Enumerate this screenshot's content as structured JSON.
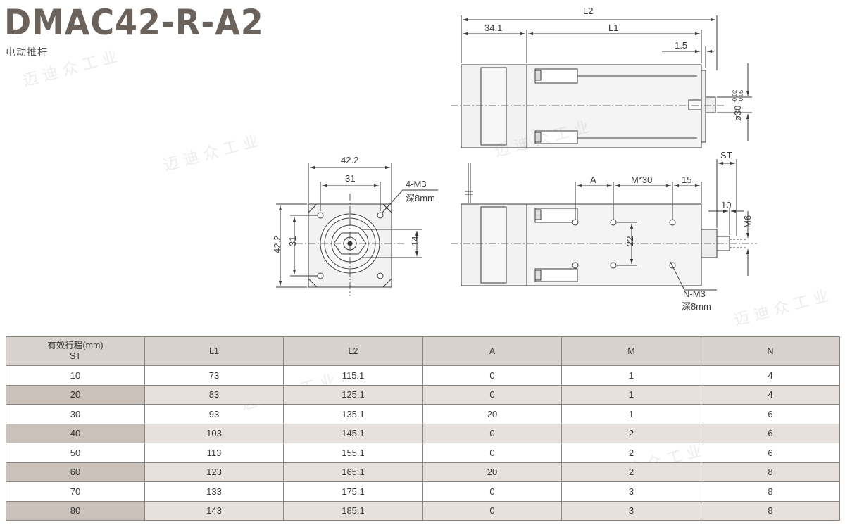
{
  "header": {
    "title": "DMAC42-R-A2",
    "subtitle": "电动推杆"
  },
  "dimensions": {
    "front": {
      "width_outer": "42.2",
      "width_inner": "31",
      "height_outer": "42.2",
      "height_inner": "31",
      "shaft": "14",
      "hole_spec": "4-M3",
      "hole_depth": "深8mm"
    },
    "top": {
      "L2": "L2",
      "motor": "34.1",
      "L1": "L1",
      "flange": "1.5",
      "shaft_dia": "ø30",
      "tol_upper": "-0.02",
      "tol_lower": "-0.05"
    },
    "side": {
      "ST": "ST",
      "A": "A",
      "M30": "M*30",
      "end": "15",
      "tip": "10",
      "thread": "M6",
      "spacing": "22",
      "hole_spec": "N-M3",
      "hole_depth": "深8mm"
    }
  },
  "table": {
    "headers": [
      "有效行程(mm)\nST",
      "L1",
      "L2",
      "A",
      "M",
      "N"
    ],
    "rows": [
      [
        "10",
        "73",
        "115.1",
        "0",
        "1",
        "4"
      ],
      [
        "20",
        "83",
        "125.1",
        "0",
        "1",
        "4"
      ],
      [
        "30",
        "93",
        "135.1",
        "20",
        "1",
        "6"
      ],
      [
        "40",
        "103",
        "145.1",
        "0",
        "2",
        "6"
      ],
      [
        "50",
        "113",
        "155.1",
        "0",
        "2",
        "6"
      ],
      [
        "60",
        "123",
        "165.1",
        "20",
        "2",
        "8"
      ],
      [
        "70",
        "133",
        "175.1",
        "0",
        "3",
        "8"
      ],
      [
        "80",
        "143",
        "185.1",
        "0",
        "3",
        "8"
      ]
    ]
  },
  "colors": {
    "header_bg": "#d8d2cc",
    "row_alt": "#e6e1dc",
    "st_alt": "#c9c1ba",
    "title": "#6b625c"
  }
}
